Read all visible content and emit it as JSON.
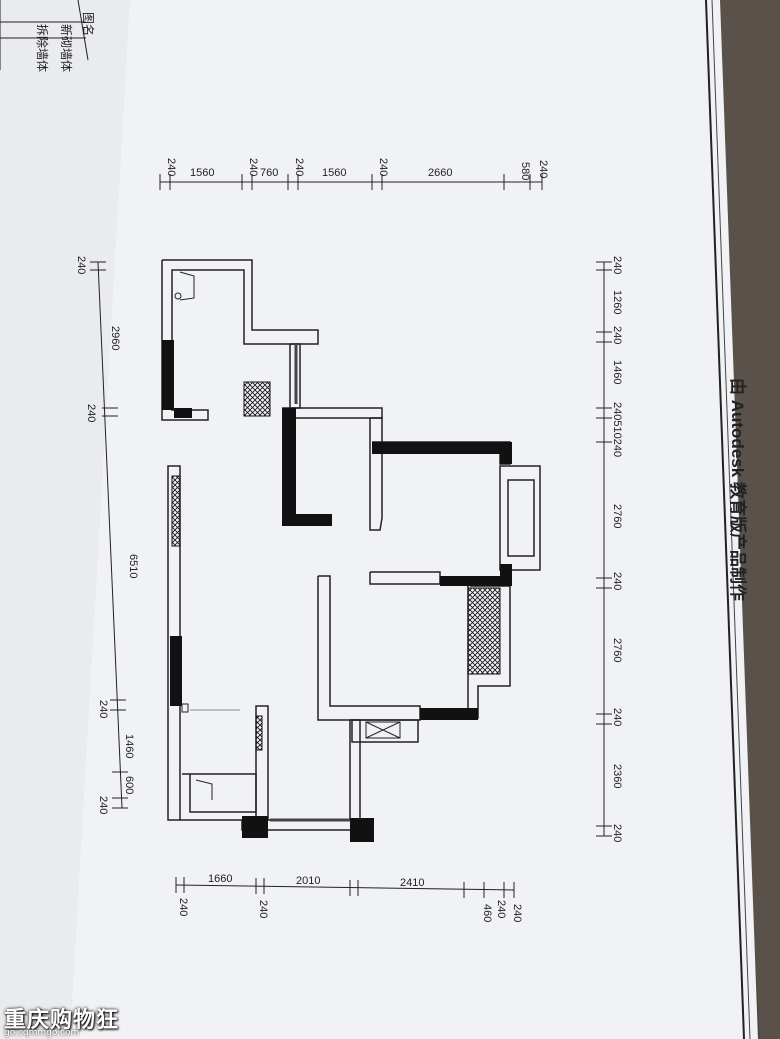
{
  "title_block": {
    "label_1": "图名",
    "label_2": "新砌墙体",
    "label_3": "拆除墙体"
  },
  "banner": "由 Autodesk 教育版产品制作",
  "dims": {
    "top_row": [
      "240",
      "1560",
      "240",
      "760",
      "240",
      "1560",
      "240",
      "2660",
      "580",
      "240"
    ],
    "right_col": [
      "240",
      "1260",
      "240",
      "1460",
      "240510240",
      "2760",
      "240",
      "2760",
      "240",
      "2360",
      "240"
    ],
    "left_col": [
      "240",
      "2960",
      "240",
      "6510",
      "240",
      "1460",
      "600",
      "240"
    ],
    "bottom_row": [
      "1660",
      "2010",
      "2410",
      "240",
      "460",
      "240",
      "240",
      "240"
    ]
  },
  "watermark": {
    "text": "重庆购物狂",
    "url": "go.cqmmgo.com"
  }
}
